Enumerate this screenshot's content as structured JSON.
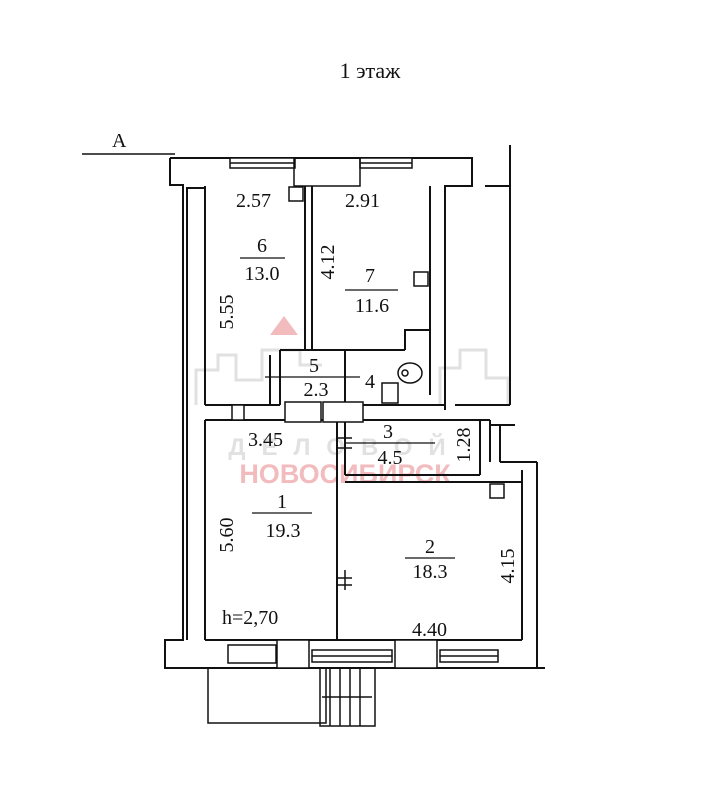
{
  "title": "1 этаж",
  "axis_mark": "А",
  "watermark": {
    "line1": "ДЕЛОВОЙ",
    "line2": "НОВОСИБИРСК",
    "color": "#e8848a"
  },
  "ceiling_height": "h=2,70",
  "rooms": [
    {
      "number": "1",
      "area": "19.3"
    },
    {
      "number": "2",
      "area": "18.3"
    },
    {
      "number": "3",
      "area": "4.5"
    },
    {
      "number": "4"
    },
    {
      "number": "5",
      "area": "2.3"
    },
    {
      "number": "6",
      "area": "13.0"
    },
    {
      "number": "7",
      "area": "11.6"
    }
  ],
  "dimensions": {
    "room6_width": "2.57",
    "room6_height": "5.55",
    "room7_width": "2.91",
    "room7_height": "4.12",
    "room1_width": "3.45",
    "room1_height": "5.60",
    "room2_width": "4.40",
    "room2_height": "4.15",
    "room3_height": "1.28"
  },
  "colors": {
    "wall": "#111111",
    "paper": "#ffffff"
  }
}
